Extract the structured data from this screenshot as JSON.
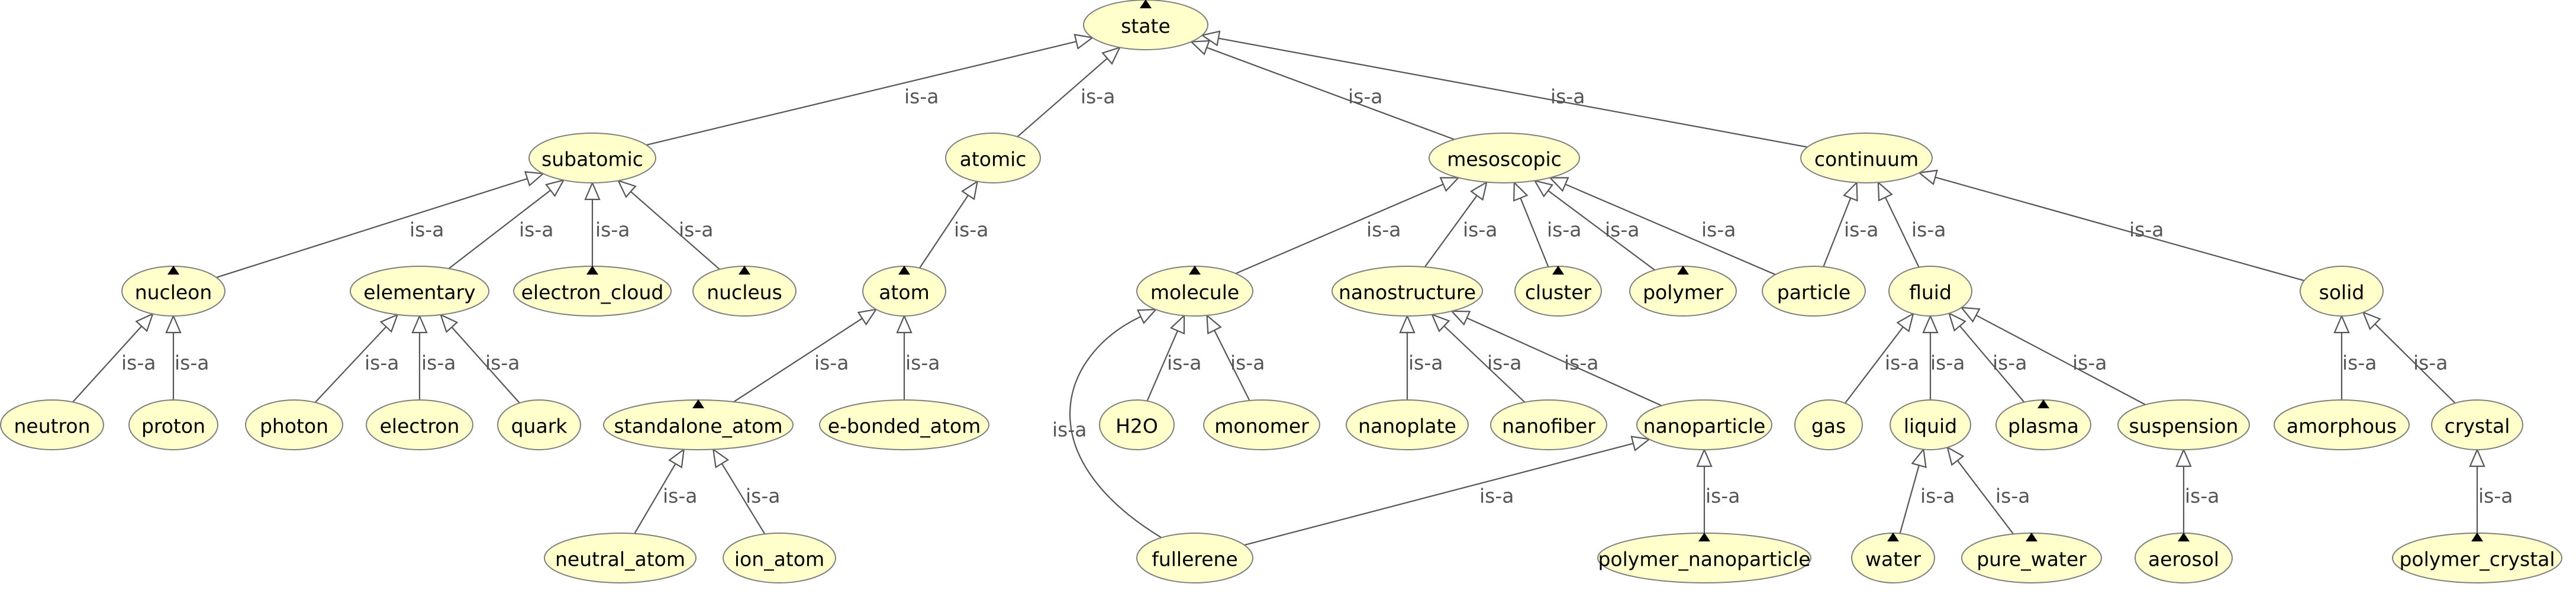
{
  "diagram": {
    "colors": {
      "node_fill": "#ffffcc",
      "node_stroke": "#7f7f7f",
      "edge": "#555555",
      "text": "#000000",
      "edge_label": "#555555",
      "background": "#ffffff"
    },
    "nodes": [
      {
        "id": "state",
        "label": "state",
        "marker": true
      },
      {
        "id": "subatomic",
        "label": "subatomic",
        "marker": false
      },
      {
        "id": "atomic",
        "label": "atomic",
        "marker": false
      },
      {
        "id": "mesoscopic",
        "label": "mesoscopic",
        "marker": false
      },
      {
        "id": "continuum",
        "label": "continuum",
        "marker": false
      },
      {
        "id": "nucleon",
        "label": "nucleon",
        "marker": true
      },
      {
        "id": "elementary",
        "label": "elementary",
        "marker": false
      },
      {
        "id": "electron_cloud",
        "label": "electron_cloud",
        "marker": true
      },
      {
        "id": "nucleus",
        "label": "nucleus",
        "marker": true
      },
      {
        "id": "atom",
        "label": "atom",
        "marker": true
      },
      {
        "id": "molecule",
        "label": "molecule",
        "marker": true
      },
      {
        "id": "nanostructure",
        "label": "nanostructure",
        "marker": false
      },
      {
        "id": "cluster",
        "label": "cluster",
        "marker": true
      },
      {
        "id": "polymer",
        "label": "polymer",
        "marker": true
      },
      {
        "id": "particle",
        "label": "particle",
        "marker": false
      },
      {
        "id": "fluid",
        "label": "fluid",
        "marker": false
      },
      {
        "id": "solid",
        "label": "solid",
        "marker": false
      },
      {
        "id": "neutron",
        "label": "neutron",
        "marker": false
      },
      {
        "id": "proton",
        "label": "proton",
        "marker": false
      },
      {
        "id": "photon",
        "label": "photon",
        "marker": false
      },
      {
        "id": "electron",
        "label": "electron",
        "marker": false
      },
      {
        "id": "quark",
        "label": "quark",
        "marker": false
      },
      {
        "id": "standalone_atom",
        "label": "standalone_atom",
        "marker": true
      },
      {
        "id": "e-bonded_atom",
        "label": "e-bonded_atom",
        "marker": false
      },
      {
        "id": "H2O",
        "label": "H2O",
        "marker": false
      },
      {
        "id": "monomer",
        "label": "monomer",
        "marker": false
      },
      {
        "id": "nanoplate",
        "label": "nanoplate",
        "marker": false
      },
      {
        "id": "nanofiber",
        "label": "nanofiber",
        "marker": false
      },
      {
        "id": "nanoparticle",
        "label": "nanoparticle",
        "marker": false
      },
      {
        "id": "gas",
        "label": "gas",
        "marker": false
      },
      {
        "id": "liquid",
        "label": "liquid",
        "marker": false
      },
      {
        "id": "plasma",
        "label": "plasma",
        "marker": true
      },
      {
        "id": "suspension",
        "label": "suspension",
        "marker": false
      },
      {
        "id": "amorphous",
        "label": "amorphous",
        "marker": false
      },
      {
        "id": "crystal",
        "label": "crystal",
        "marker": false
      },
      {
        "id": "neutral_atom",
        "label": "neutral_atom",
        "marker": false
      },
      {
        "id": "ion_atom",
        "label": "ion_atom",
        "marker": false
      },
      {
        "id": "fullerene",
        "label": "fullerene",
        "marker": false
      },
      {
        "id": "polymer_nanoparticle",
        "label": "polymer_nanoparticle",
        "marker": true
      },
      {
        "id": "water",
        "label": "water",
        "marker": true
      },
      {
        "id": "pure_water",
        "label": "pure_water",
        "marker": true
      },
      {
        "id": "aerosol",
        "label": "aerosol",
        "marker": true
      },
      {
        "id": "polymer_crystal",
        "label": "polymer_crystal",
        "marker": true
      }
    ],
    "edges": [
      {
        "from": "subatomic",
        "to": "state",
        "label": "is-a"
      },
      {
        "from": "atomic",
        "to": "state",
        "label": "is-a"
      },
      {
        "from": "mesoscopic",
        "to": "state",
        "label": "is-a"
      },
      {
        "from": "continuum",
        "to": "state",
        "label": "is-a"
      },
      {
        "from": "nucleon",
        "to": "subatomic",
        "label": "is-a"
      },
      {
        "from": "elementary",
        "to": "subatomic",
        "label": "is-a"
      },
      {
        "from": "electron_cloud",
        "to": "subatomic",
        "label": "is-a"
      },
      {
        "from": "nucleus",
        "to": "subatomic",
        "label": "is-a"
      },
      {
        "from": "atom",
        "to": "atomic",
        "label": "is-a"
      },
      {
        "from": "molecule",
        "to": "mesoscopic",
        "label": "is-a"
      },
      {
        "from": "nanostructure",
        "to": "mesoscopic",
        "label": "is-a"
      },
      {
        "from": "cluster",
        "to": "mesoscopic",
        "label": "is-a"
      },
      {
        "from": "polymer",
        "to": "mesoscopic",
        "label": "is-a"
      },
      {
        "from": "particle",
        "to": "mesoscopic",
        "label": "is-a"
      },
      {
        "from": "particle",
        "to": "continuum",
        "label": "is-a"
      },
      {
        "from": "fluid",
        "to": "continuum",
        "label": "is-a"
      },
      {
        "from": "solid",
        "to": "continuum",
        "label": "is-a"
      },
      {
        "from": "neutron",
        "to": "nucleon",
        "label": "is-a"
      },
      {
        "from": "proton",
        "to": "nucleon",
        "label": "is-a"
      },
      {
        "from": "photon",
        "to": "elementary",
        "label": "is-a"
      },
      {
        "from": "electron",
        "to": "elementary",
        "label": "is-a"
      },
      {
        "from": "quark",
        "to": "elementary",
        "label": "is-a"
      },
      {
        "from": "standalone_atom",
        "to": "atom",
        "label": "is-a"
      },
      {
        "from": "e-bonded_atom",
        "to": "atom",
        "label": "is-a"
      },
      {
        "from": "fullerene",
        "to": "molecule",
        "label": "is-a"
      },
      {
        "from": "H2O",
        "to": "molecule",
        "label": "is-a"
      },
      {
        "from": "monomer",
        "to": "molecule",
        "label": "is-a"
      },
      {
        "from": "nanoplate",
        "to": "nanostructure",
        "label": "is-a"
      },
      {
        "from": "nanofiber",
        "to": "nanostructure",
        "label": "is-a"
      },
      {
        "from": "nanoparticle",
        "to": "nanostructure",
        "label": "is-a"
      },
      {
        "from": "gas",
        "to": "fluid",
        "label": "is-a"
      },
      {
        "from": "liquid",
        "to": "fluid",
        "label": "is-a"
      },
      {
        "from": "plasma",
        "to": "fluid",
        "label": "is-a"
      },
      {
        "from": "suspension",
        "to": "fluid",
        "label": "is-a"
      },
      {
        "from": "amorphous",
        "to": "solid",
        "label": "is-a"
      },
      {
        "from": "crystal",
        "to": "solid",
        "label": "is-a"
      },
      {
        "from": "neutral_atom",
        "to": "standalone_atom",
        "label": "is-a"
      },
      {
        "from": "ion_atom",
        "to": "standalone_atom",
        "label": "is-a"
      },
      {
        "from": "fullerene",
        "to": "nanoparticle",
        "label": "is-a"
      },
      {
        "from": "polymer_nanoparticle",
        "to": "nanoparticle",
        "label": "is-a"
      },
      {
        "from": "water",
        "to": "liquid",
        "label": "is-a"
      },
      {
        "from": "pure_water",
        "to": "liquid",
        "label": "is-a"
      },
      {
        "from": "aerosol",
        "to": "suspension",
        "label": "is-a"
      },
      {
        "from": "polymer_crystal",
        "to": "crystal",
        "label": "is-a"
      }
    ]
  }
}
